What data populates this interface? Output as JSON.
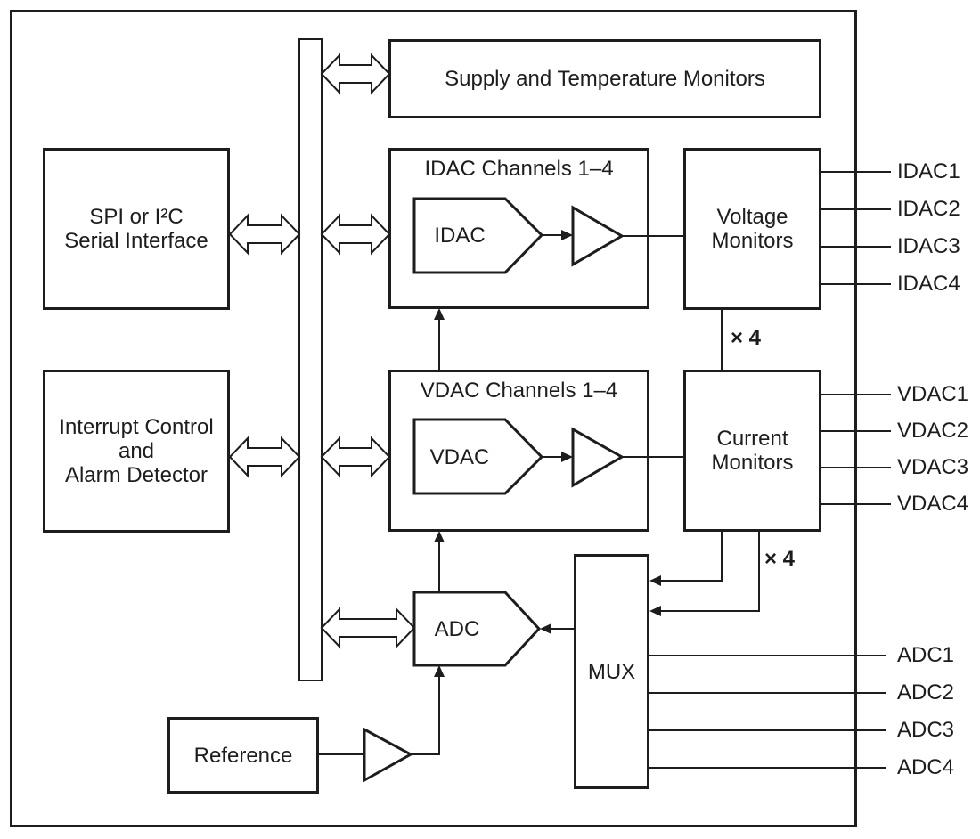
{
  "diagram": {
    "blocks": {
      "supply_monitors": {
        "label": "Supply and Temperature Monitors"
      },
      "serial_interface": {
        "line1": "SPI or I²C",
        "line2": "Serial Interface"
      },
      "interrupt": {
        "line1": "Interrupt Control",
        "line2": "and",
        "line3": "Alarm Detector"
      },
      "idac_channels": {
        "title": "IDAC Channels 1–4",
        "dac_label": "IDAC"
      },
      "voltage_monitors": {
        "line1": "Voltage",
        "line2": "Monitors"
      },
      "vdac_channels": {
        "title": "VDAC Channels 1–4",
        "dac_label": "VDAC"
      },
      "current_monitors": {
        "line1": "Current",
        "line2": "Monitors"
      },
      "adc": {
        "label": "ADC"
      },
      "mux": {
        "label": "MUX"
      },
      "reference": {
        "label": "Reference"
      }
    },
    "multipliers": {
      "voltage_to_current": "× 4",
      "current_to_mux": "× 4"
    },
    "pins": {
      "idac": [
        "IDAC1",
        "IDAC2",
        "IDAC3",
        "IDAC4"
      ],
      "vdac": [
        "VDAC1",
        "VDAC2",
        "VDAC3",
        "VDAC4"
      ],
      "adc": [
        "ADC1",
        "ADC2",
        "ADC3",
        "ADC4"
      ]
    },
    "colors": {
      "stroke": "#1d1d1d",
      "background": "#ffffff"
    }
  }
}
